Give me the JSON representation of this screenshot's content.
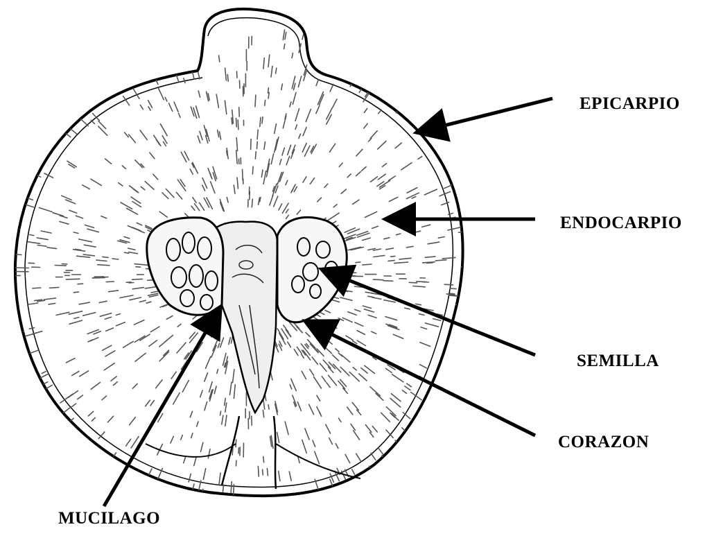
{
  "labels": {
    "epicarpio": "EPICARPIO",
    "endocarpio": "ENDOCARPIO",
    "semilla": "SEMILLA",
    "corazon": "CORAZON",
    "mucilago": "MUCILAGO"
  },
  "colors": {
    "ink": "#000000",
    "background": "#ffffff",
    "shading": "#555555"
  }
}
